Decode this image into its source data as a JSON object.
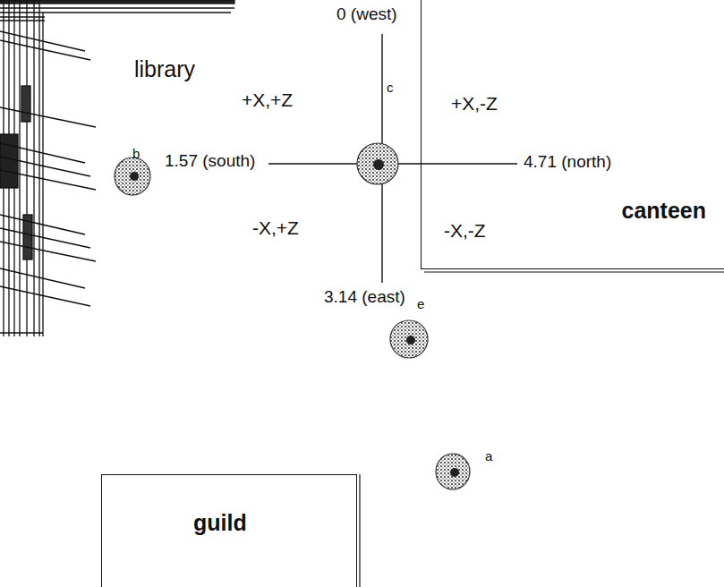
{
  "diagram": {
    "nodes": [
      {
        "text": [
          "canteen"
        ]
      },
      {
        "text": [
          "guild"
        ]
      }
    ],
    "labels": [
      "library",
      "b",
      "1.57 (south)",
      "0 (west)",
      "c",
      "+X,+Z",
      "+X,-Z",
      "4.71 (north)",
      "-X,+Z",
      "-X,-Z",
      "3.14 (east)",
      "e",
      "a"
    ]
  }
}
